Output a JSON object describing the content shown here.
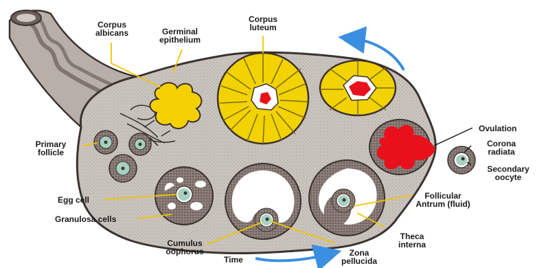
{
  "labels": {
    "corpus_albicans": "Corpus\nalbicans",
    "germinal_epithelium": "Germinal\nepithelium",
    "corpus_luteum": "Corpus\nluteum",
    "ovulation": "Ovulation",
    "corona_radiata": "Corona\nradiata",
    "secondary_oocyte": "Secondary\noocyte",
    "primary_follicle": "Primary\nfollicle",
    "egg_cell": "Egg cell",
    "granulosa_cells": "Granulosa cells",
    "follicular_antrum": "Follicular\nAntrum (fluid)",
    "theca_interna": "Theca\ninterna",
    "cumulus_oophorus": "Cumulus\noophorus",
    "time": "Time",
    "zona_pellucida": "Zona\npellucida"
  },
  "colors": {
    "stroma": "#c9c3bd",
    "outline": "#3a3230",
    "corpus_yellow": "#f2d200",
    "corpus_albicans_yellow": "#f4d000",
    "blood_red": "#e8101a",
    "oocyte_green": "#a6d0c0",
    "granulosa": "#8a7d78",
    "arrow_blue": "#3a8fe0"
  }
}
